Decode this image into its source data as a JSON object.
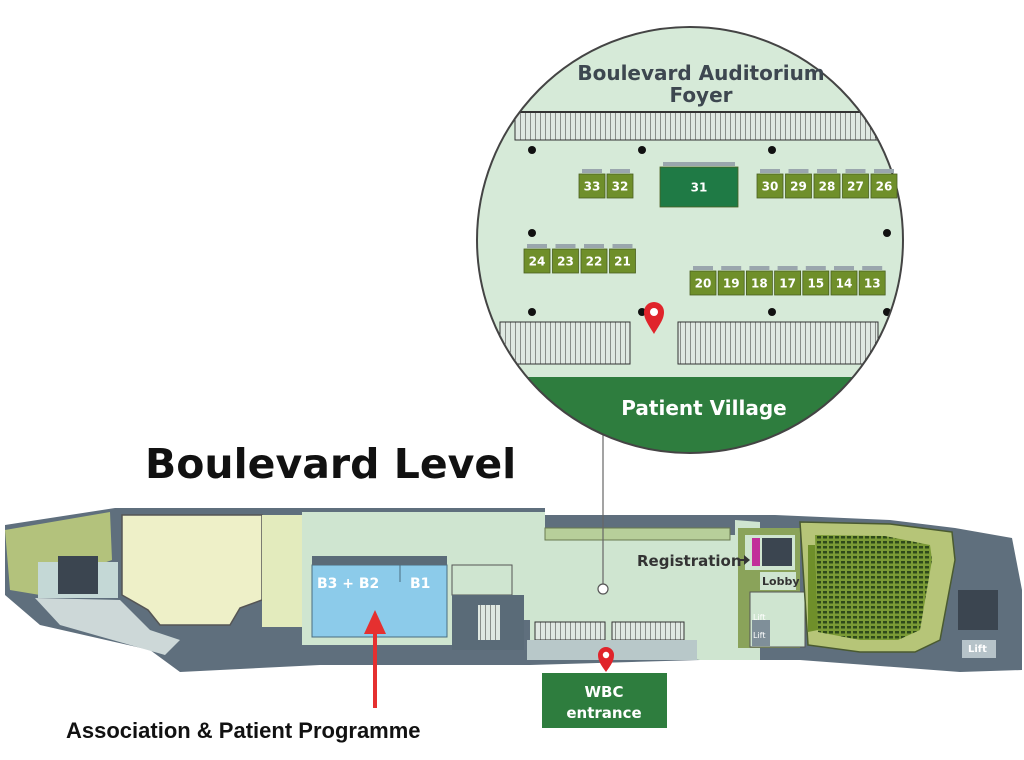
{
  "level_title": "Boulevard Level",
  "foyer_title_line1": "Boulevard Auditorium",
  "foyer_title_line2": "Foyer",
  "patient_village": "Patient Village",
  "booths_top_left": [
    "33",
    "32"
  ],
  "booth_center": "31",
  "booths_top_right": [
    "30",
    "29",
    "28",
    "27",
    "26"
  ],
  "booths_mid_left": [
    "24",
    "23",
    "22",
    "21"
  ],
  "booths_mid_right": [
    "20",
    "19",
    "18",
    "17",
    "15",
    "14",
    "13"
  ],
  "rooms": {
    "b3b2": "B3 + B2",
    "b1": "B1",
    "registration": "Registration",
    "lobby": "Lobby",
    "lift": "Lift"
  },
  "entrance_line1": "WBC",
  "entrance_line2": "entrance",
  "programme_caption": "Association & Patient Programme",
  "colors": {
    "booth": "#6f8f2a",
    "booth_center": "#1f7a45",
    "village_band": "#2e7d3e",
    "foyer_bg": "#d6ead8",
    "room_blue": "#8ccbea",
    "arrow_red": "#e53030",
    "pin_red": "#e0242b"
  }
}
